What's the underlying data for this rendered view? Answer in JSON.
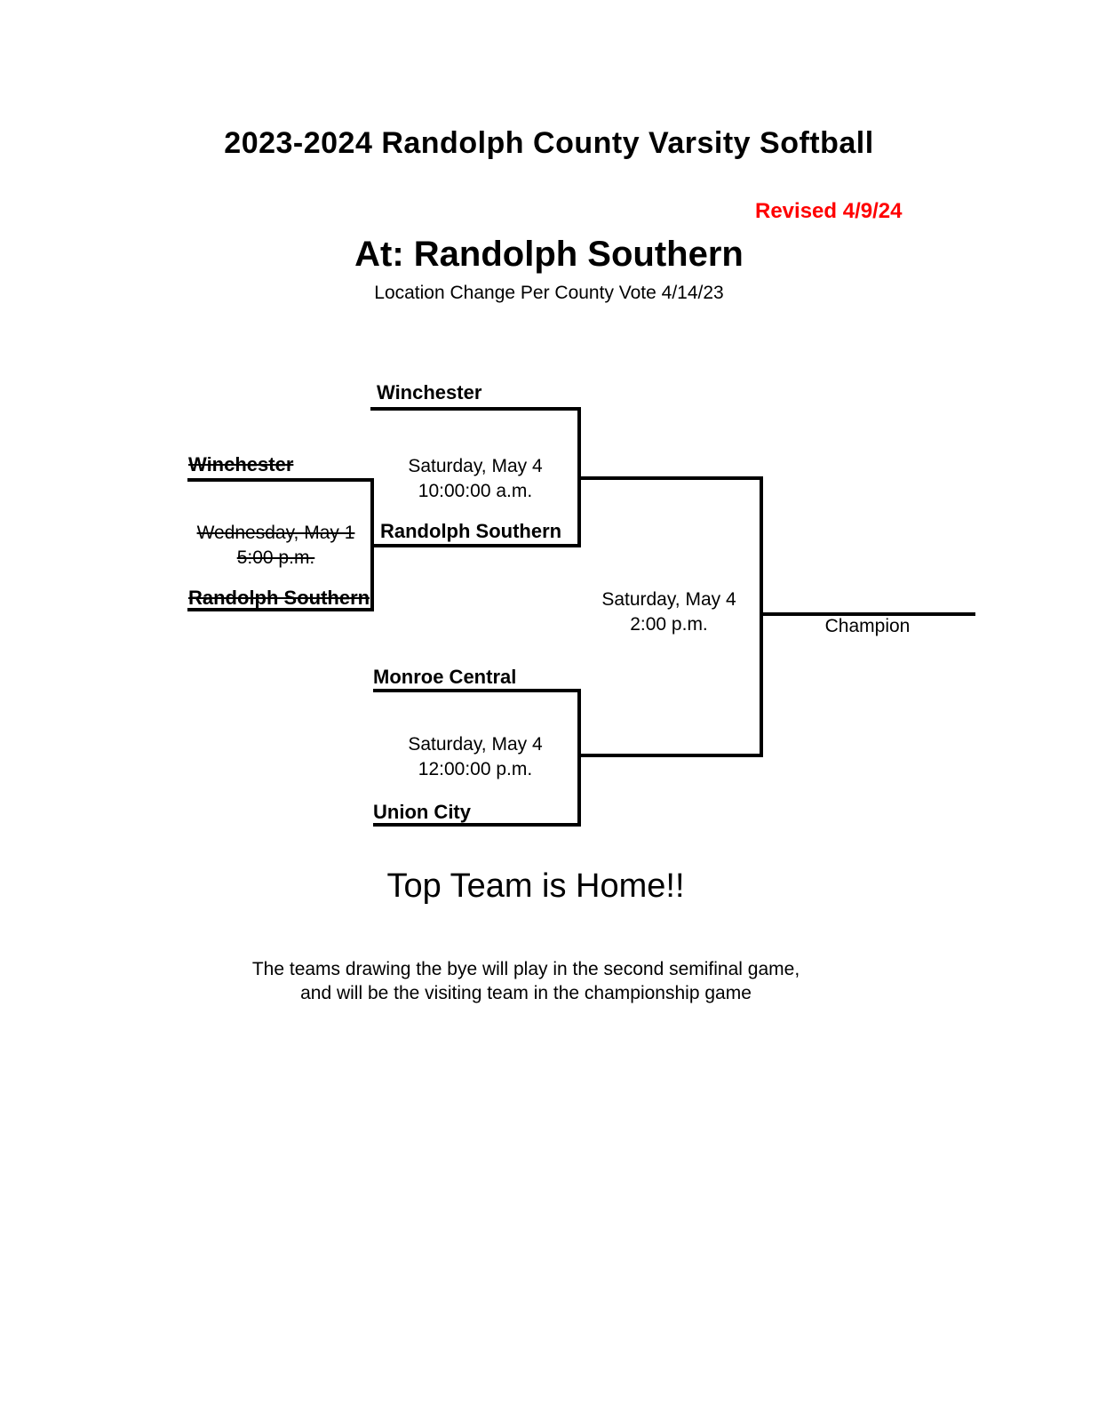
{
  "header": {
    "title": "2023-2024 Randolph County Varsity Softball",
    "revised": "Revised 4/9/24",
    "revised_color": "#FF0000",
    "venue": "At: Randolph Southern",
    "venue_note": "Location Change Per County Vote 4/14/23"
  },
  "bracket": {
    "play_in": {
      "team_top": "Winchester",
      "date": "Wednesday, May 1",
      "time": "5:00 p.m.",
      "team_bottom": "Randolph Southern",
      "cancelled": true
    },
    "semifinal_1": {
      "team_top": "Winchester",
      "date": "Saturday, May 4",
      "time": "10:00:00 a.m.",
      "team_bottom": "Randolph Southern"
    },
    "semifinal_2": {
      "team_top": "Monroe Central",
      "date": "Saturday, May 4",
      "time": "12:00:00 p.m.",
      "team_bottom": "Union City"
    },
    "final": {
      "date": "Saturday, May 4",
      "time": "2:00 p.m.",
      "winner_label": "Champion"
    }
  },
  "footer": {
    "heading": "Top Team is Home!!",
    "note_line1": "The teams drawing the bye will play in the second semifinal game,",
    "note_line2": "and will be the visiting team in the championship game"
  }
}
